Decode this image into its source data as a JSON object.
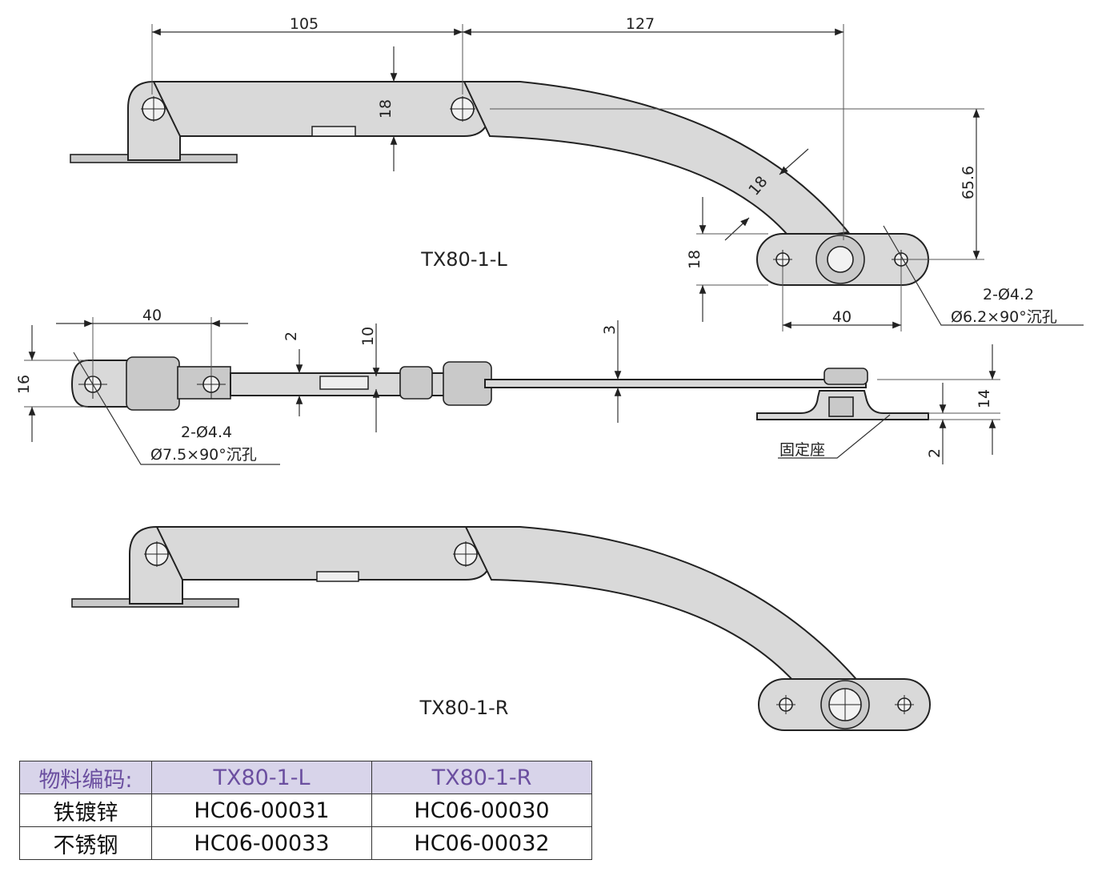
{
  "diagram": {
    "models": {
      "left": "TX80-1-L",
      "right": "TX80-1-R"
    },
    "dimensions": {
      "d105": "105",
      "d127": "127",
      "d18_arm": "18",
      "d18_bend": "18",
      "d65": "65.6",
      "d18_base": "18",
      "d40_base": "40",
      "d2": "2",
      "d10": "10",
      "d3": "3",
      "d40_side": "40",
      "d16": "16",
      "d14": "14",
      "d2_seat": "2"
    },
    "notes": {
      "hole_top_1": "2-Ø4.2",
      "hole_top_2": "Ø6.2×90°沉孔",
      "hole_side_1": "2-Ø4.4",
      "hole_side_2": "Ø7.5×90°沉孔",
      "seat": "固定座"
    }
  },
  "table": {
    "header": [
      "物料编码:",
      "TX80-1-L",
      "TX80-1-R"
    ],
    "rows": [
      [
        "铁镀锌",
        "HC06-00031",
        "HC06-00030"
      ],
      [
        "不锈钢",
        "HC06-00033",
        "HC06-00032"
      ]
    ]
  }
}
